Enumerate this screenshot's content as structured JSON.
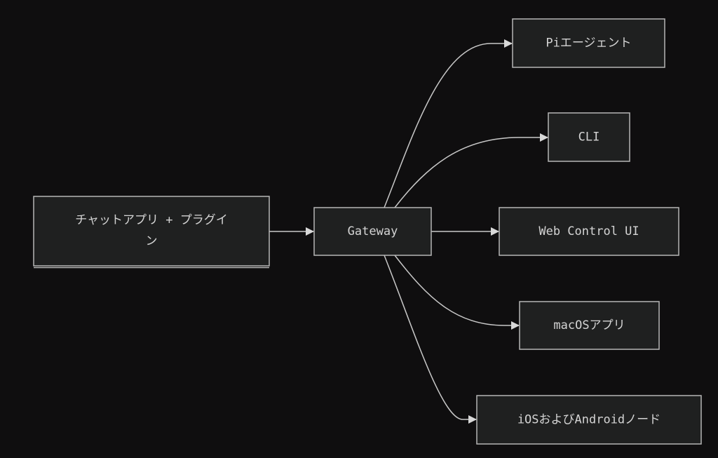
{
  "diagram": {
    "type": "flowchart",
    "direction": "left-to-right",
    "colors": {
      "background": "#0f0e0f",
      "node_fill": "#1f2020",
      "node_stroke": "#b6b6b6",
      "text": "#d4d4d4",
      "edge": "#c8c8c8"
    },
    "nodes": {
      "chat": {
        "label_line1": "チャットアプリ + プラグイ",
        "label_line2": "ン"
      },
      "gateway": {
        "label": "Gateway"
      },
      "pi_agent": {
        "label": "Piエージェント"
      },
      "cli": {
        "label": "CLI"
      },
      "web_ui": {
        "label": "Web Control UI"
      },
      "macos": {
        "label": "macOSアプリ"
      },
      "ios_android": {
        "label": "iOSおよびAndroidノード"
      }
    },
    "edges": [
      {
        "from": "chat",
        "to": "gateway"
      },
      {
        "from": "gateway",
        "to": "pi_agent"
      },
      {
        "from": "gateway",
        "to": "cli"
      },
      {
        "from": "gateway",
        "to": "web_ui"
      },
      {
        "from": "gateway",
        "to": "macos"
      },
      {
        "from": "gateway",
        "to": "ios_android"
      }
    ]
  }
}
